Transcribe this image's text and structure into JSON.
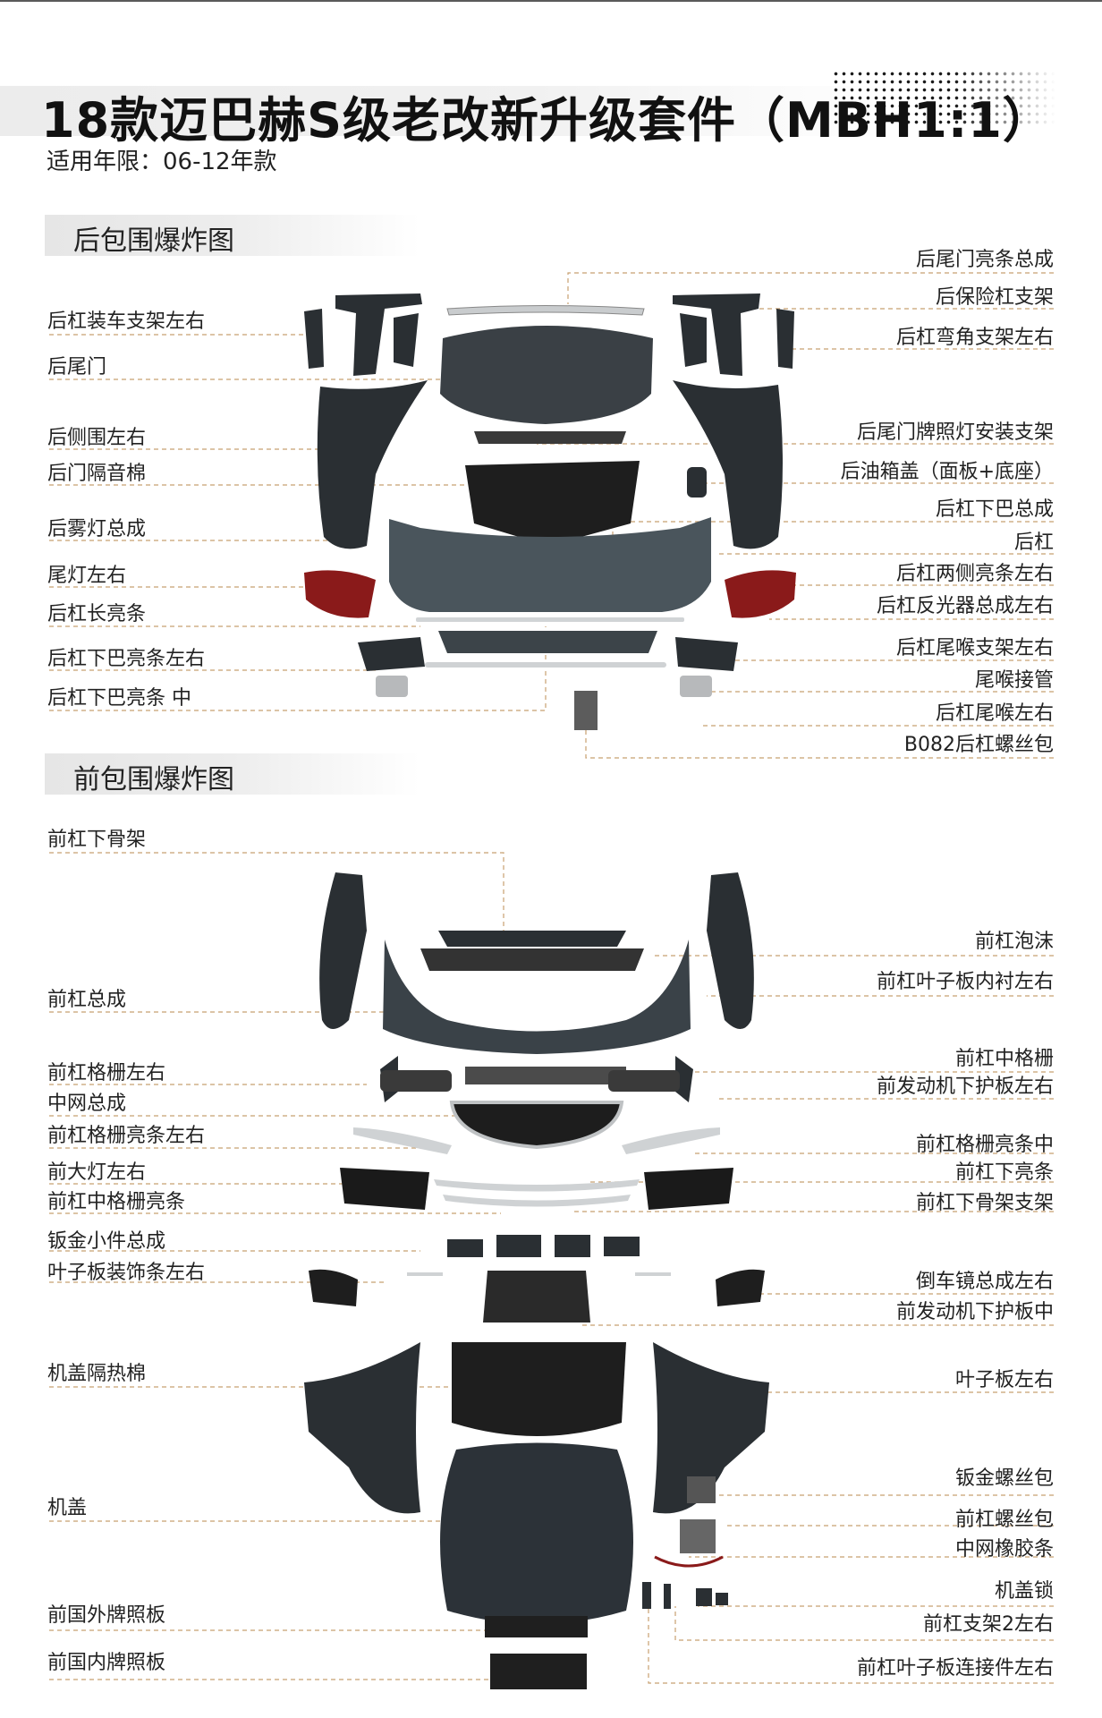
{
  "header": {
    "title": "18款迈巴赫S级老改新升级套件（MBH1:1）",
    "subtitle": "适用年限：06-12年款"
  },
  "rear": {
    "title": "后包围爆炸图",
    "left_labels": [
      "后杠装车支架左右",
      "后尾门",
      "后侧围左右",
      "后门隔音棉",
      "后雾灯总成",
      "尾灯左右",
      "后杠长亮条",
      "后杠下巴亮条左右",
      "后杠下巴亮条 中"
    ],
    "right_labels": [
      "后尾门亮条总成",
      "后保险杠支架",
      "后杠弯角支架左右",
      "后尾门牌照灯安装支架",
      "后油箱盖（面板+底座）",
      "后杠下巴总成",
      "后杠",
      "后杠两侧亮条左右",
      "后杠反光器总成左右",
      "后杠尾喉支架左右",
      "尾喉接管",
      "后杠尾喉左右",
      "B082后杠螺丝包"
    ]
  },
  "front": {
    "title": "前包围爆炸图",
    "left_labels": [
      "前杠下骨架",
      "前杠总成",
      "前杠格栅左右",
      "中网总成",
      "前杠格栅亮条左右",
      "前大灯左右",
      "前杠中格栅亮条",
      "钣金小件总成",
      "叶子板装饰条左右",
      "机盖隔热棉",
      "机盖",
      "前国外牌照板",
      "前国内牌照板"
    ],
    "right_labels": [
      "前杠泡沫",
      "前杠叶子板内衬左右",
      "前杠中格栅",
      "前发动机下护板左右",
      "前杠格栅亮条中",
      "前杠下亮条",
      "前杠下骨架支架",
      "倒车镜总成左右",
      "前发动机下护板中",
      "叶子板左右",
      "钣金螺丝包",
      "前杠螺丝包",
      "中网橡胶条",
      "机盖锁",
      "前杠支架2左右",
      "前杠叶子板连接件左右"
    ]
  },
  "colors": {
    "leader": "#c8a070",
    "part": "#2a2f33",
    "chrome": "#c9ccce",
    "tail": "#8a1a1a"
  }
}
